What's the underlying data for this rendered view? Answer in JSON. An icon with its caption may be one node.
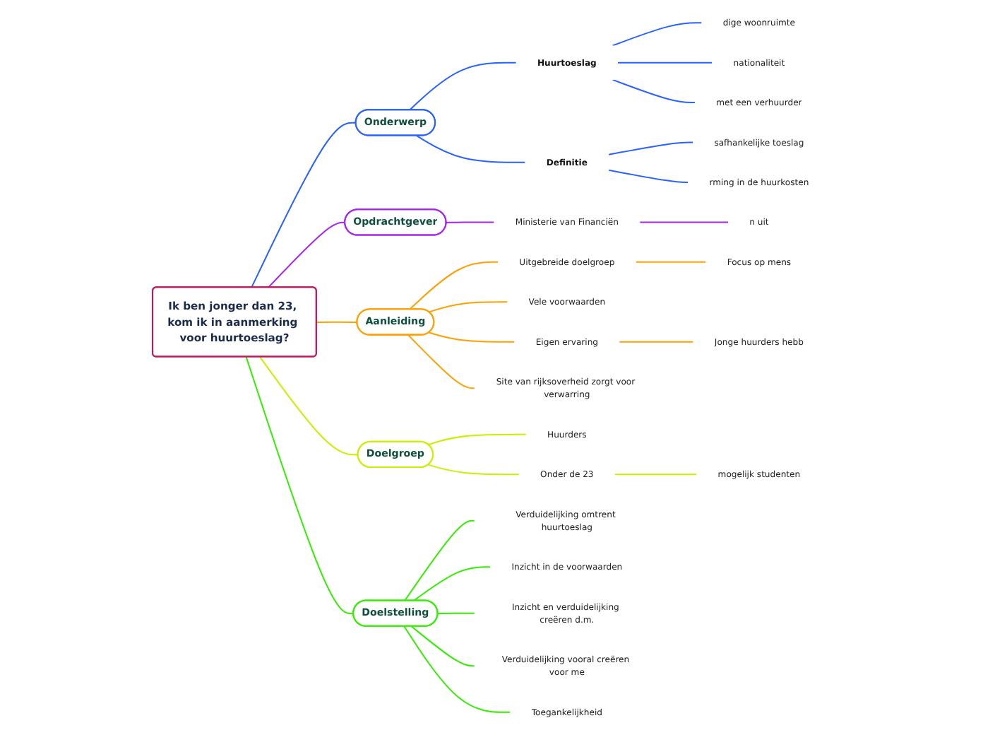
{
  "diagram": {
    "nodes": [
      {
        "text": [
          "Ik ben jonger dan 23, kom ik in aanmerking voor huurtoeslag?"
        ]
      },
      {
        "text": [
          "Onderwerp"
        ]
      },
      {
        "text": [
          "Huurtoeslag"
        ]
      },
      {
        "text": [
          "dige woonruimte"
        ]
      },
      {
        "text": [
          "nationaliteit"
        ]
      },
      {
        "text": [
          "met een verhuurder"
        ]
      },
      {
        "text": [
          "Definitie"
        ]
      },
      {
        "text": [
          "safhankelijke toeslag"
        ]
      },
      {
        "text": [
          "rming in de huurkosten"
        ]
      },
      {
        "text": [
          "Opdrachtgever"
        ]
      },
      {
        "text": [
          "Ministerie van Financiën"
        ]
      },
      {
        "text": [
          "n uit"
        ]
      },
      {
        "text": [
          "Aanleiding"
        ]
      },
      {
        "text": [
          "Uitgebreide doelgroep"
        ]
      },
      {
        "text": [
          "Focus op mens"
        ]
      },
      {
        "text": [
          "Vele voorwaarden"
        ]
      },
      {
        "text": [
          "Eigen ervaring"
        ]
      },
      {
        "text": [
          "Jonge huurders hebb"
        ]
      },
      {
        "text": [
          "Site van rijksoverheid zorgt voor verwarring"
        ]
      },
      {
        "text": [
          "Doelgroep"
        ]
      },
      {
        "text": [
          "Huurders"
        ]
      },
      {
        "text": [
          "Onder de 23"
        ]
      },
      {
        "text": [
          "mogelijk studenten"
        ]
      },
      {
        "text": [
          "Doelstelling"
        ]
      },
      {
        "text": [
          "Verduidelijking omtrent huurtoeslag"
        ]
      },
      {
        "text": [
          "Inzicht in de voorwaarden"
        ]
      },
      {
        "text": [
          "Inzicht en verduidelijking creëren d.m."
        ]
      },
      {
        "text": [
          "Verduidelijking vooral creëren voor me"
        ]
      },
      {
        "text": [
          "Toegankelijkheid"
        ]
      }
    ],
    "edges": [
      {
        "from": 0,
        "to": 1,
        "arrow": "none",
        "color": "#2962ff"
      },
      {
        "from": 1,
        "to": 2,
        "arrow": "none",
        "color": "#2962ff"
      },
      {
        "from": 2,
        "to": 3,
        "arrow": "none",
        "color": "#2962ff"
      },
      {
        "from": 2,
        "to": 4,
        "arrow": "none",
        "color": "#2962ff"
      },
      {
        "from": 2,
        "to": 5,
        "arrow": "none",
        "color": "#2962ff"
      },
      {
        "from": 1,
        "to": 6,
        "arrow": "none",
        "color": "#2962ff"
      },
      {
        "from": 6,
        "to": 7,
        "arrow": "none",
        "color": "#2962ff"
      },
      {
        "from": 6,
        "to": 8,
        "arrow": "none",
        "color": "#2962ff"
      },
      {
        "from": 0,
        "to": 9,
        "arrow": "none",
        "color": "#aa22ee"
      },
      {
        "from": 9,
        "to": 10,
        "arrow": "none",
        "color": "#aa22ee"
      },
      {
        "from": 10,
        "to": 11,
        "arrow": "none",
        "color": "#aa22ee"
      },
      {
        "from": 0,
        "to": 12,
        "arrow": "none",
        "color": "#ffa000"
      },
      {
        "from": 12,
        "to": 13,
        "arrow": "none",
        "color": "#ffa000"
      },
      {
        "from": 13,
        "to": 14,
        "arrow": "none",
        "color": "#ffa000"
      },
      {
        "from": 12,
        "to": 15,
        "arrow": "none",
        "color": "#ffa000"
      },
      {
        "from": 12,
        "to": 16,
        "arrow": "none",
        "color": "#ffa000"
      },
      {
        "from": 16,
        "to": 17,
        "arrow": "none",
        "color": "#ffa000"
      },
      {
        "from": 12,
        "to": 18,
        "arrow": "none",
        "color": "#ffa000"
      },
      {
        "from": 0,
        "to": 19,
        "arrow": "none",
        "color": "#ccee00"
      },
      {
        "from": 19,
        "to": 20,
        "arrow": "none",
        "color": "#ccee00"
      },
      {
        "from": 19,
        "to": 21,
        "arrow": "none",
        "color": "#ccee00"
      },
      {
        "from": 21,
        "to": 22,
        "arrow": "none",
        "color": "#ccee00"
      },
      {
        "from": 0,
        "to": 23,
        "arrow": "none",
        "color": "#33ee00"
      },
      {
        "from": 23,
        "to": 24,
        "arrow": "none",
        "color": "#33ee00"
      },
      {
        "from": 23,
        "to": 25,
        "arrow": "none",
        "color": "#33ee00"
      },
      {
        "from": 23,
        "to": 26,
        "arrow": "none",
        "color": "#33ee00"
      },
      {
        "from": 23,
        "to": 27,
        "arrow": "none",
        "color": "#33ee00"
      },
      {
        "from": 23,
        "to": 28,
        "arrow": "none",
        "color": "#33ee00"
      }
    ]
  }
}
